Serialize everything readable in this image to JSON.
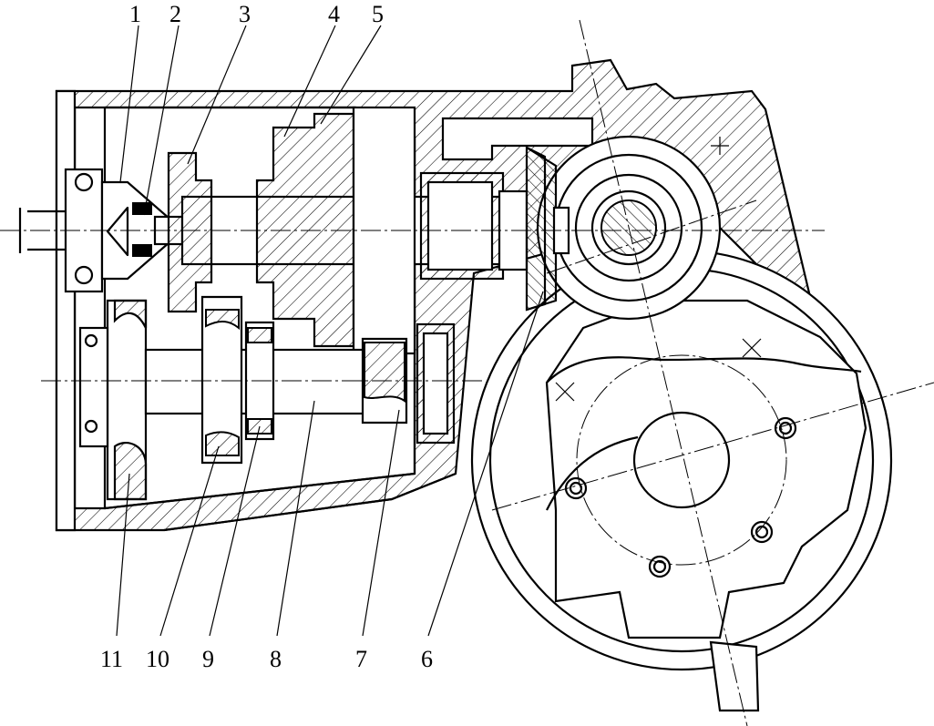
{
  "labels": {
    "n1": "1",
    "n2": "2",
    "n3": "3",
    "n4": "4",
    "n5": "5",
    "n6": "6",
    "n7": "7",
    "n8": "8",
    "n9": "9",
    "n10": "10",
    "n11": "11"
  },
  "colors": {
    "ink": "#000000",
    "paper": "#ffffff"
  }
}
